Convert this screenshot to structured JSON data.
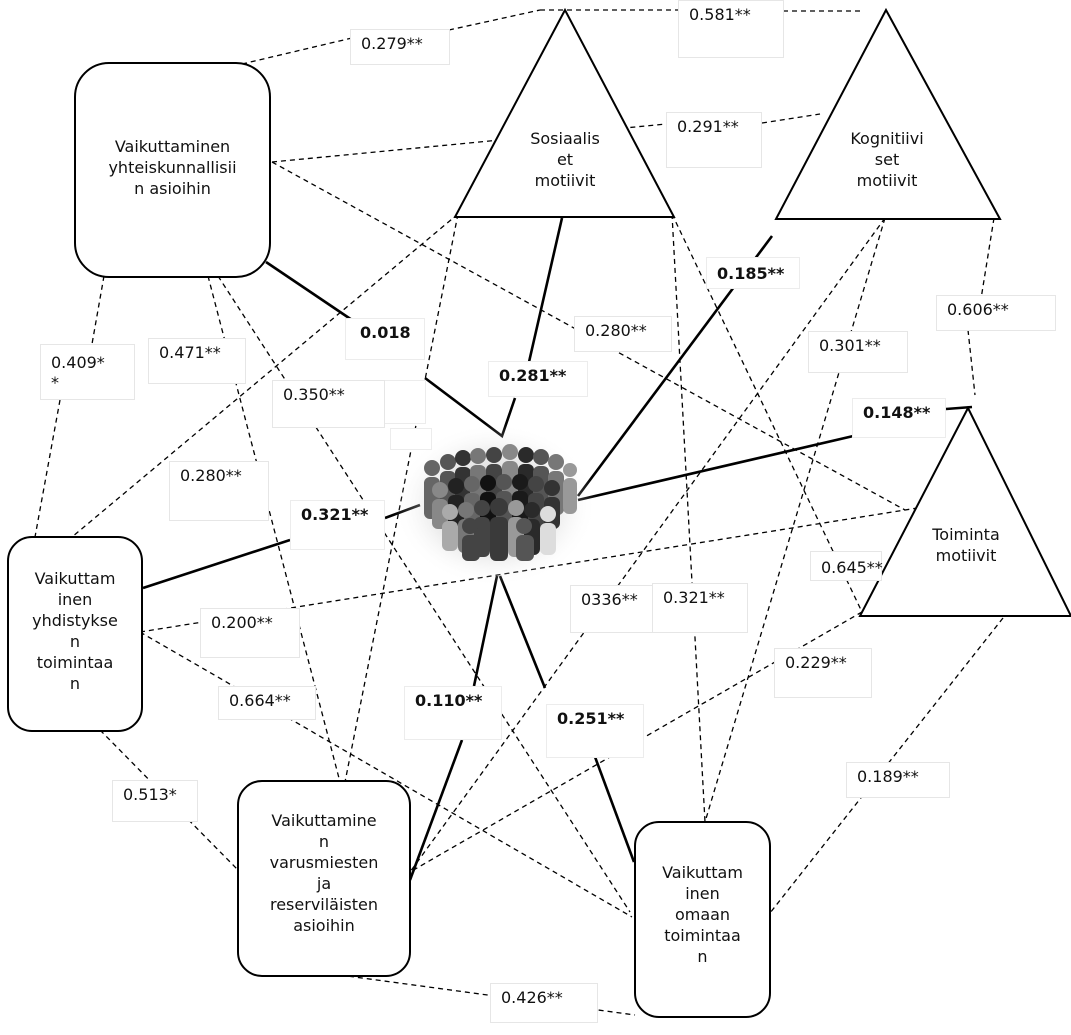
{
  "nodes": {
    "n1": "Vaikuttaminen\nyhteiskunnallisii\nn asioihin",
    "n2": "Vaikuttam\ninen\nyhdistykse\nn\ntoimintaa\nn",
    "n3": "Vaikuttamine\nn\nvarusmiesten\nja\nreserviläisten\nasioihin",
    "n4": "Vaikuttam\ninen\nomaan\ntoimintaa\nn",
    "t1": "Sosiaalis\net\nmotiivit",
    "t2": "Kognitiivi\nset\nmotiivit",
    "t3": "Toiminta\nmotiivit"
  },
  "center_icon": "people-group-icon",
  "labels": {
    "top_left": "0.279**",
    "top_right": "0.581**",
    "t1_t2": "0.291**",
    "n1_t3": "0.280**",
    "t2_t3": "0.606**",
    "n1_n2": "0.409*\n*",
    "n1_n3": "0.471**",
    "n1_n4": "0.350**",
    "t1_n2": "0.280**",
    "t2_n3": "0.301**",
    "t3_n2": "0.645**",
    "t1_n4": "0336**",
    "t2_n4": "0.321**",
    "n2_t3": "0.200**",
    "t3_n3": "0.229**",
    "n2_n4": "0.664**",
    "t3_n4": "0.189**",
    "n2_n3": "0.513*",
    "n3_n4": "0.426**",
    "c_n1": "0.018",
    "c_t1": "0.281**",
    "c_t2": "0.185**",
    "c_t3": "0.148**",
    "c_n2": "0.321**",
    "c_n3": "0.110**",
    "c_n4": "0.251**"
  }
}
